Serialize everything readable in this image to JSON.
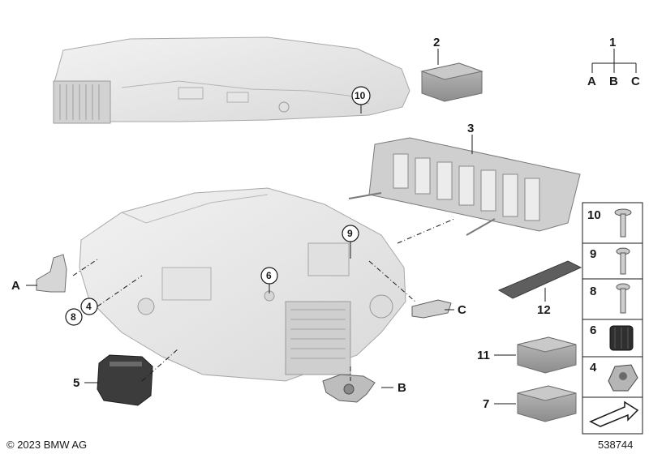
{
  "callouts": {
    "c1": "1",
    "c2": "2",
    "c3": "3",
    "c4": "4",
    "c5": "5",
    "c6": "6",
    "c7": "7",
    "c8": "8",
    "c9": "9",
    "c10": "10",
    "c11": "11",
    "c12": "12",
    "cA": "A",
    "cB": "B",
    "cC": "C"
  },
  "tree": {
    "root": "1",
    "children": [
      "A",
      "B",
      "C"
    ]
  },
  "parts_panel": [
    {
      "number": "10",
      "part": "screw-flange"
    },
    {
      "number": "9",
      "part": "screw-washer"
    },
    {
      "number": "8",
      "part": "screw-small"
    },
    {
      "number": "6",
      "part": "knurled-nut"
    },
    {
      "number": "4",
      "part": "adjuster-clip"
    }
  ],
  "footer": {
    "copyright": "© 2023 BMW AG",
    "diagram_number": "538744"
  }
}
